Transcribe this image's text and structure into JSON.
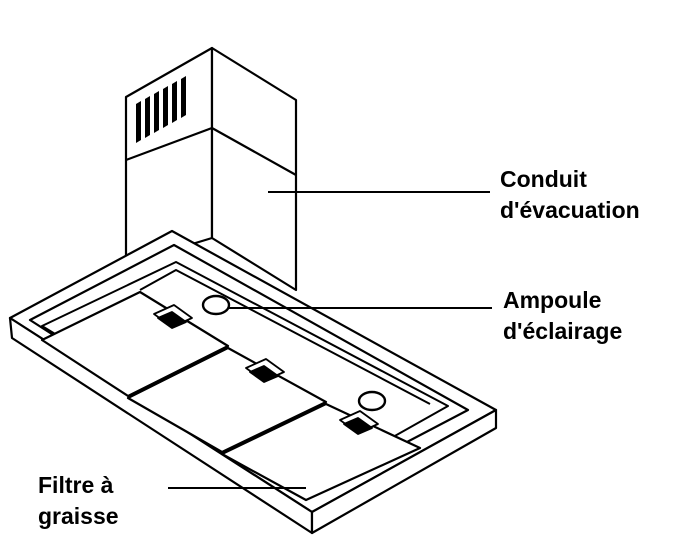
{
  "labels": {
    "conduit": {
      "line1": "Conduit",
      "line2": "d'évacuation"
    },
    "ampoule": {
      "line1": "Ampoule",
      "line2": "d'éclairage"
    },
    "filtre": {
      "line1": "Filtre à",
      "line2": "graisse"
    }
  },
  "colors": {
    "stroke": "#000000",
    "background": "#ffffff",
    "vent_fill": "#000000"
  }
}
